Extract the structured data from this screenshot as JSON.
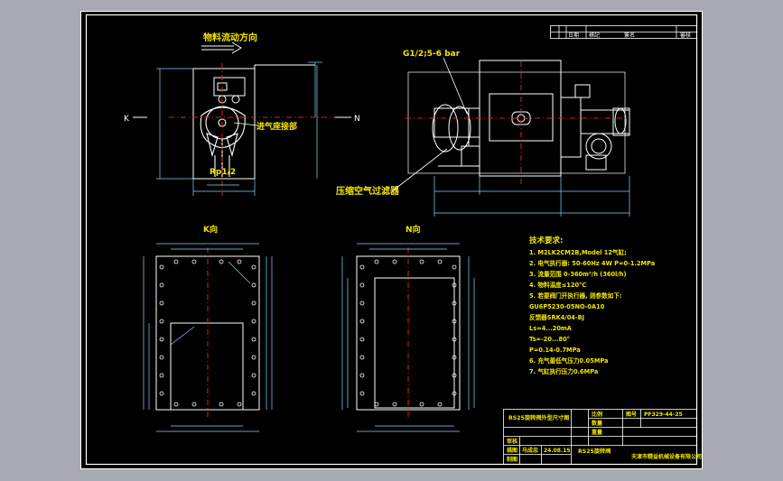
{
  "colors": {
    "background": "#a7a9b3",
    "sheet": "#000000",
    "frame": "#ffffff",
    "annotation": "#f2e600",
    "centerline": "#e02020",
    "dimension": "#7fd8ff"
  },
  "revision_table": {
    "headers": [
      "日期",
      "標記",
      "簽名",
      "審核"
    ]
  },
  "front_view": {
    "flow_direction": "物料流动方向",
    "inlet_label": "进气座接部",
    "port_label": "Rp1/2",
    "left_mark": "K",
    "right_mark": "N"
  },
  "side_view": {
    "pressure_label": "G1/2;5-6 bar",
    "filter_label": "压缩空气过滤器"
  },
  "bottom_views": {
    "k_view_title": "K向",
    "n_view_title": "N向"
  },
  "notes": {
    "title": "技术要求:",
    "items": [
      "1. M2LK2CM2B,Model 12气缸;",
      "2. 电气执行器: 50-60Hz 4W P=0-1.2MPa",
      "3. 流量范围 0-360m³/h (360l/h)",
      "4. 物料温度≤120°C",
      "5. 若要阀门开执行器, 则参数如下:",
      "   GU6P5230-05NO-0A10",
      "   反馈器SRK4/04-BJ",
      "   Ls=4...20mA",
      "   Ts=-20...80°",
      "   P=0.14-0.7MPa",
      "6. 充气最低气压力0.05MPa",
      "7. 气缸执行压力0.6MPa"
    ]
  },
  "title_block": {
    "drawing_name": "RS25旋转阀外型尺寸图",
    "scale_label": "比例",
    "quantity_label": "数量",
    "weight_label": "重量",
    "sheet_label": "图号",
    "drawing_number": "PF329-44-25",
    "designer_label": "制图",
    "designer": "马成忠",
    "date": "24.08.15",
    "check_label": "审核",
    "draw_label": "描图",
    "product_name": "RS25旋转阀",
    "company": "天津市精益机械设备有限公司"
  }
}
